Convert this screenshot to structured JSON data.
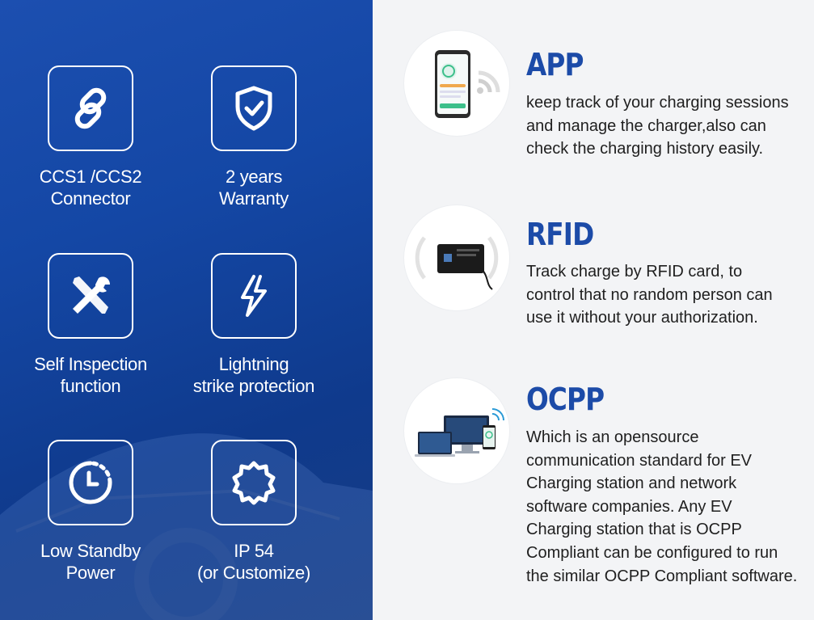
{
  "features": [
    {
      "line1": "CCS1 /CCS2",
      "line2": "Connector",
      "icon": "link-icon"
    },
    {
      "line1": "2 years",
      "line2": "Warranty",
      "icon": "shield-check-icon"
    },
    {
      "line1": "Self Inspection",
      "line2": "function",
      "icon": "tools-icon"
    },
    {
      "line1": "Lightning",
      "line2": "strike protection",
      "icon": "lightning-icon"
    },
    {
      "line1": "Low Standby",
      "line2": "Power",
      "icon": "clock-icon"
    },
    {
      "line1": "IP 54",
      "line2": "(or Customize)",
      "icon": "gear-icon"
    }
  ],
  "sections": {
    "app": {
      "title": "APP",
      "body": "keep track of your charging sessions and manage the charger,also can check the charging history easily.",
      "lines": [
        "keep track of your charging sessions",
        "and manage the charger,also can",
        "check the charging history easily."
      ]
    },
    "rfid": {
      "title": "RFID",
      "lines": [
        "Track charge by RFID card, to",
        "control that no random person can",
        "use it without your authorization."
      ]
    },
    "ocpp": {
      "title": "OCPP",
      "lines": [
        "Which is an opensource",
        "communication standard for EV",
        "Charging station and network",
        "software companies. Any EV",
        "Charging station that is OCPP",
        "Compliant can be configured to run",
        "the similar OCPP Compliant software."
      ]
    }
  },
  "colors": {
    "panel_blue": "#1447a5",
    "title_blue": "#1c4ba8",
    "text_dark": "#1f1f1f",
    "background": "#f3f4f6"
  }
}
